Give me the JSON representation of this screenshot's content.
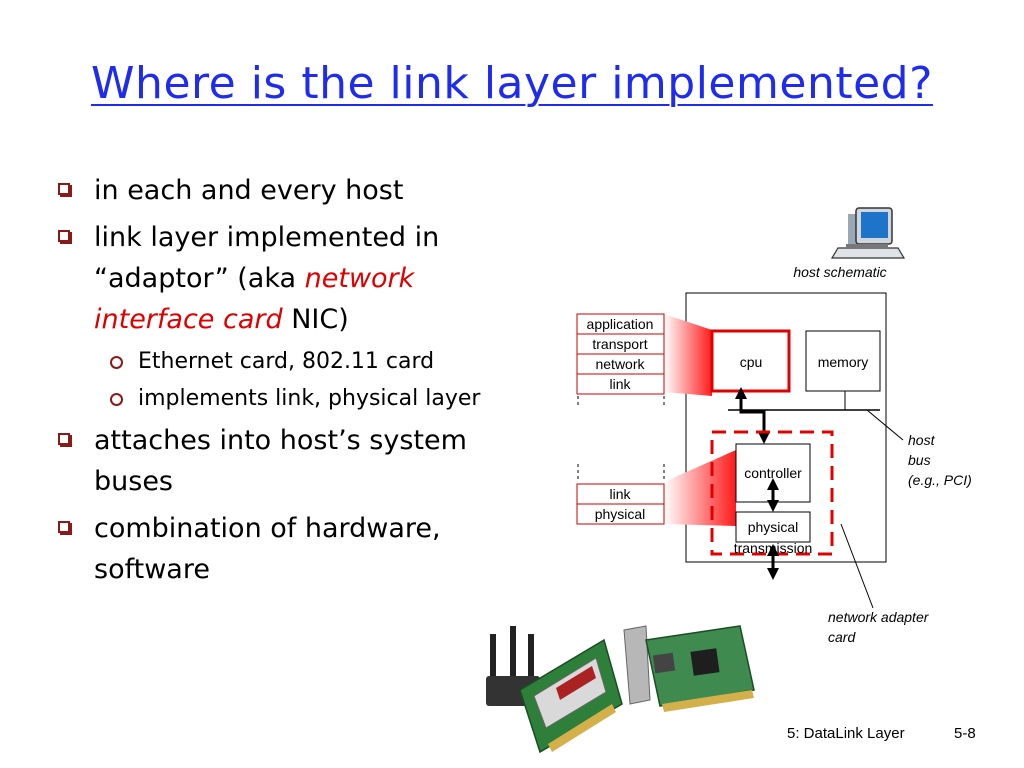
{
  "slide": {
    "title": "Where is the link layer implemented?",
    "bullets": {
      "b1": "in each and every host",
      "b2_part1": "link layer implemented in “adaptor” (aka ",
      "b2_emph": "network interface card",
      "b2_part2": " NIC)",
      "sub1": "Ethernet card, 802.11 card",
      "sub2": "implements link, physical layer",
      "b3": "attaches into host’s system buses",
      "b4": "combination of hardware, software"
    }
  },
  "diagram": {
    "host_schematic": "host schematic",
    "stack_top": [
      "application",
      "transport",
      "network",
      "link"
    ],
    "stack_bottom": [
      "link",
      "physical"
    ],
    "cpu": "cpu",
    "memory": "memory",
    "controller": "controller",
    "physical": "physical",
    "transmission": "transmission",
    "host_bus": [
      "host",
      "bus",
      "(e.g., PCI)"
    ],
    "adapter": [
      "network adapter",
      "card"
    ]
  },
  "footer": {
    "chapter": "5: DataLink Layer",
    "page": "5-8"
  },
  "colors": {
    "title": "#1f2cf0",
    "highlight_red": "#e00000",
    "bullet_mark": "#8a1a1a"
  }
}
